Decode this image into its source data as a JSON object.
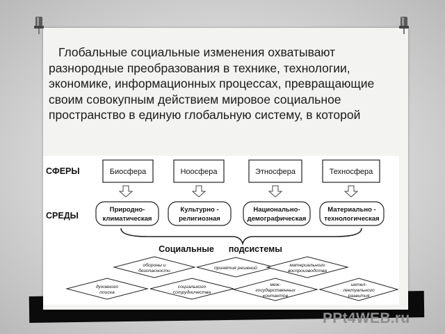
{
  "paragraph": "Глобальные социальные изменения охватывают разнородные преобразования в технике, технологии, экономике, информационных процессах, превращающие своим совокупным действием мировое социальное пространство в единую глобальную систему, в которой",
  "diagram": {
    "row_labels": {
      "spheres": "СФЕРЫ",
      "environments": "СРЕДЫ"
    },
    "spheres": [
      "Биосфера",
      "Ноосфера",
      "Этносфера",
      "Техносфера"
    ],
    "environments": [
      [
        "Природно-",
        "климатическая"
      ],
      [
        "Культурно -",
        "религиозная"
      ],
      [
        "Национально-",
        "демографическая"
      ],
      [
        "Материально -",
        "технологическая"
      ]
    ],
    "subsystems_title": "Социальные      подсистемы",
    "subsystems": [
      [
        "обороны и",
        "безопасности"
      ],
      [
        "принятия решений"
      ],
      [
        "материального",
        "воспроизводства"
      ],
      [
        "духовного",
        "поиска"
      ],
      [
        "социального",
        "сотрудничества"
      ],
      [
        "меж-",
        "государственных",
        "контактов"
      ],
      [
        "интел-",
        "лектуального",
        "развития"
      ]
    ]
  },
  "watermark": "PPt4WEB.ru"
}
